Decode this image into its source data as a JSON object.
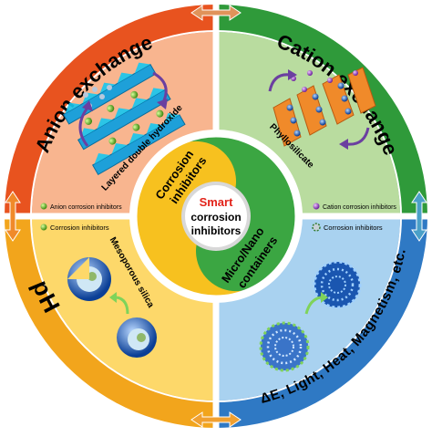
{
  "title_ring": {
    "anion_exchange": "Anion exchange",
    "cation_exchange": "Cation exchange",
    "ph": "pH",
    "stimuli": "ΔE, Light, Heat, Magnetism, etc."
  },
  "quadrants": {
    "top_left": {
      "label": "Layered double hydroxide",
      "legend": "Anion corrosion inhibitors"
    },
    "top_right": {
      "label": "Phyllosilicate",
      "legend": "Cation corrosion inhibitors"
    },
    "bottom_left": {
      "label": "Mesoporous silica",
      "legend": "Corrosion inhibitors"
    },
    "bottom_right": {
      "legend": "Corrosion inhibitors"
    }
  },
  "center": {
    "yellow_line1": "Corrosion",
    "yellow_line2": "inhibitors",
    "green_line1": "Micro/Nano",
    "green_line2": "containers",
    "smart": "Smart",
    "core_line1": "corrosion",
    "core_line2": "inhibitors"
  },
  "colors": {
    "anion": "#e8531f",
    "cation": "#2f9a3a",
    "ph": "#f2a51c",
    "stimuli": "#2f79c4",
    "quad_tl": "#f8b58f",
    "quad_tr": "#b9dc9f",
    "quad_bl": "#fdd86a",
    "quad_br": "#a9d2f0",
    "center_yellow": "#f7c11f",
    "center_green": "#3ba642",
    "smart_red": "#e2231a"
  }
}
